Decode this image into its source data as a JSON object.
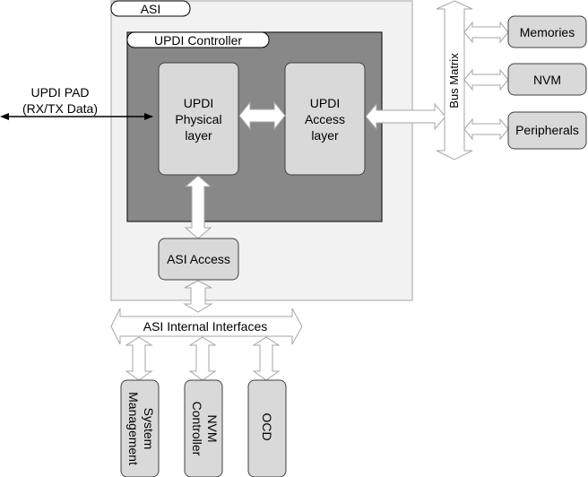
{
  "diagram": {
    "asi": {
      "label": "ASI"
    },
    "updi_controller": {
      "label": "UPDI Controller"
    },
    "updi_pad": {
      "line1": "UPDI PAD",
      "line2": "(RX/TX Data)"
    },
    "physical_layer": {
      "line1": "UPDI",
      "line2": "Physical",
      "line3": "layer"
    },
    "access_layer": {
      "line1": "UPDI",
      "line2": "Access",
      "line3": "layer"
    },
    "asi_access": {
      "label": "ASI Access"
    },
    "asi_internal_interfaces": {
      "label": "ASI Internal Interfaces"
    },
    "bus_matrix": {
      "label": "Bus Matrix"
    },
    "right_blocks": [
      {
        "label": "Memories"
      },
      {
        "label": "NVM"
      },
      {
        "label": "Peripherals"
      }
    ],
    "bottom_blocks": [
      {
        "line1": "System",
        "line2": "Management"
      },
      {
        "line1": "NVM",
        "line2": "Controller"
      },
      {
        "line1": "OCD",
        "line2": ""
      }
    ],
    "colors": {
      "asi_bg": "#f2f2f2",
      "asi_border": "#c0c0c0",
      "controller_bg": "#888888",
      "block_bg": "#d9d9d9",
      "block_border": "#404040",
      "arrow_outline": "#a6a6a6"
    }
  }
}
